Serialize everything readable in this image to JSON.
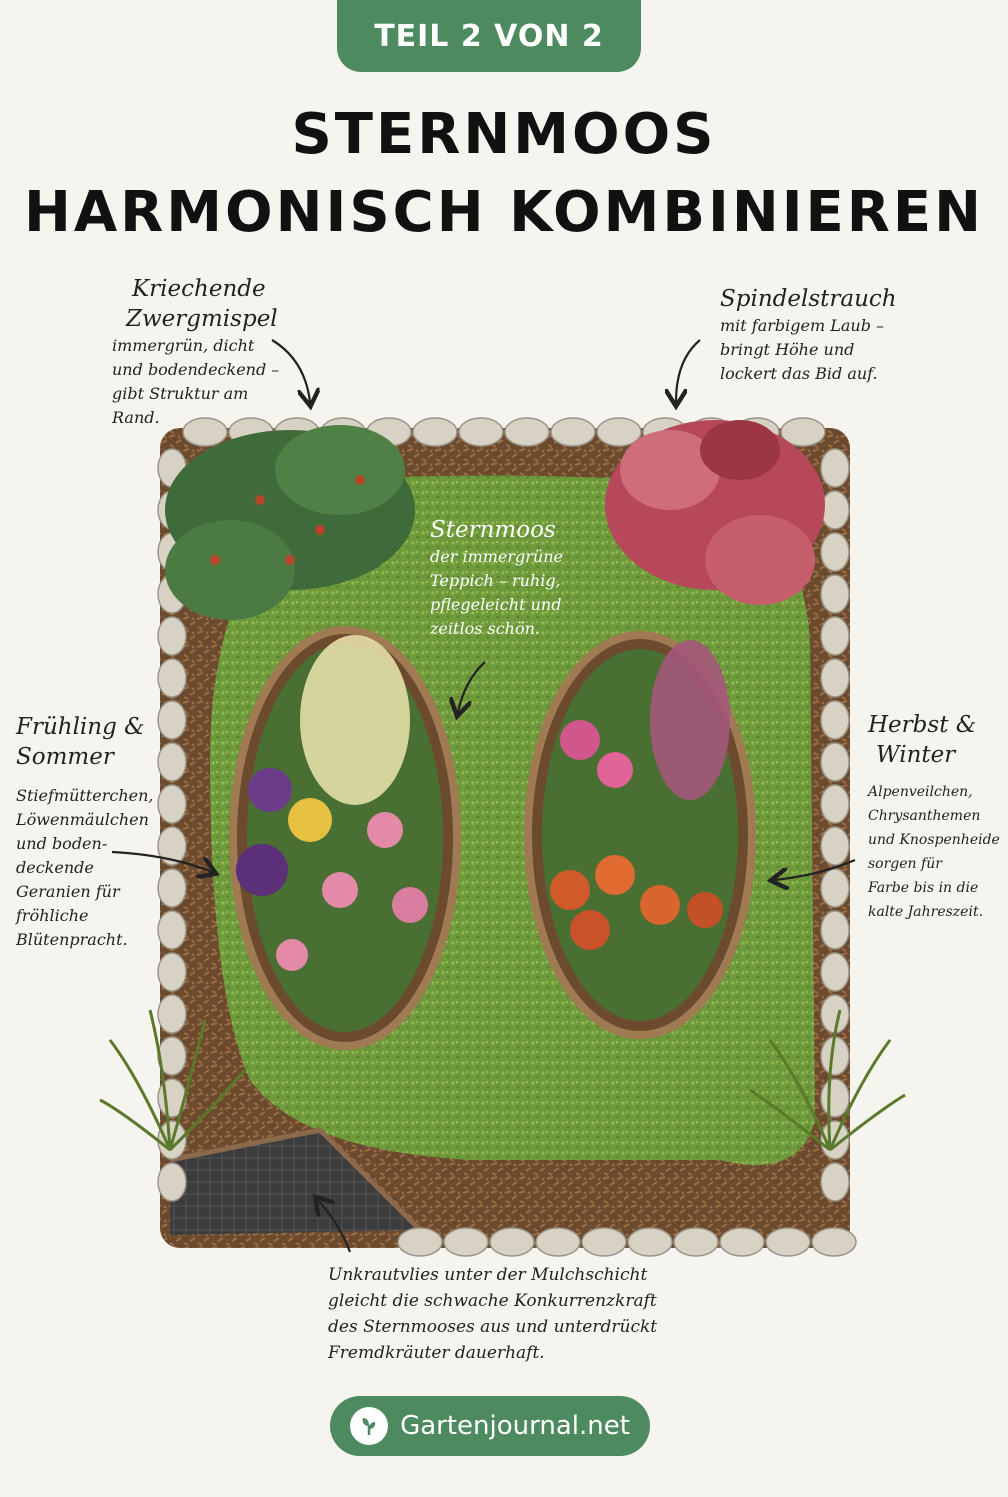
{
  "badge": "TEIL 2 VON 2",
  "title": {
    "line1": "STERNMOOS",
    "line2": "HARMONISCH KOMBINIEREN"
  },
  "annotations": {
    "zwergmispel": {
      "title_line1": "Kriechende",
      "title_line2": "Zwergmispel",
      "body": [
        "immergrün, dicht",
        "und bodendeckend –",
        "gibt Struktur am",
        "Rand."
      ]
    },
    "spindelstrauch": {
      "title": "Spindelstrauch",
      "body": [
        "mit farbigem Laub –",
        "bringt Höhe und",
        "lockert das Bid auf."
      ]
    },
    "sternmoos": {
      "title": "Sternmoos",
      "body": [
        "der immergrüne",
        "Teppich – ruhig,",
        "pflegeleicht und",
        "zeitlos schön."
      ]
    },
    "fruehling": {
      "title_line1": "Frühling &",
      "title_line2": "Sommer",
      "body": [
        "Stiefmütterchen,",
        "Löwenmäulchen",
        "und boden-",
        "deckende",
        "Geranien für",
        "fröhliche",
        "Blütenpracht."
      ]
    },
    "herbst": {
      "title_line1": "Herbst &",
      "title_line2": "Winter",
      "body": [
        "Alpenveilchen,",
        "Chrysanthemen",
        "und Knospenheide",
        "sorgen für",
        "Farbe bis in die",
        "kalte Jahreszeit."
      ]
    },
    "vlies": {
      "body": [
        "Unkrautvlies unter der Mulchschicht",
        "gleicht die schwache Konkurrenzkraft",
        "des Sternmooses aus und unterdrückt",
        "Fremdkräuter dauerhaft."
      ]
    }
  },
  "footer": {
    "brand": "Gartenjournal.net",
    "logo_icon": "leaf-sprout-icon"
  },
  "colors": {
    "accent": "#4e8a5f",
    "moss": "#6f9a3c",
    "mulch": "#6b4a2e",
    "stone": "#d8d2c4"
  }
}
